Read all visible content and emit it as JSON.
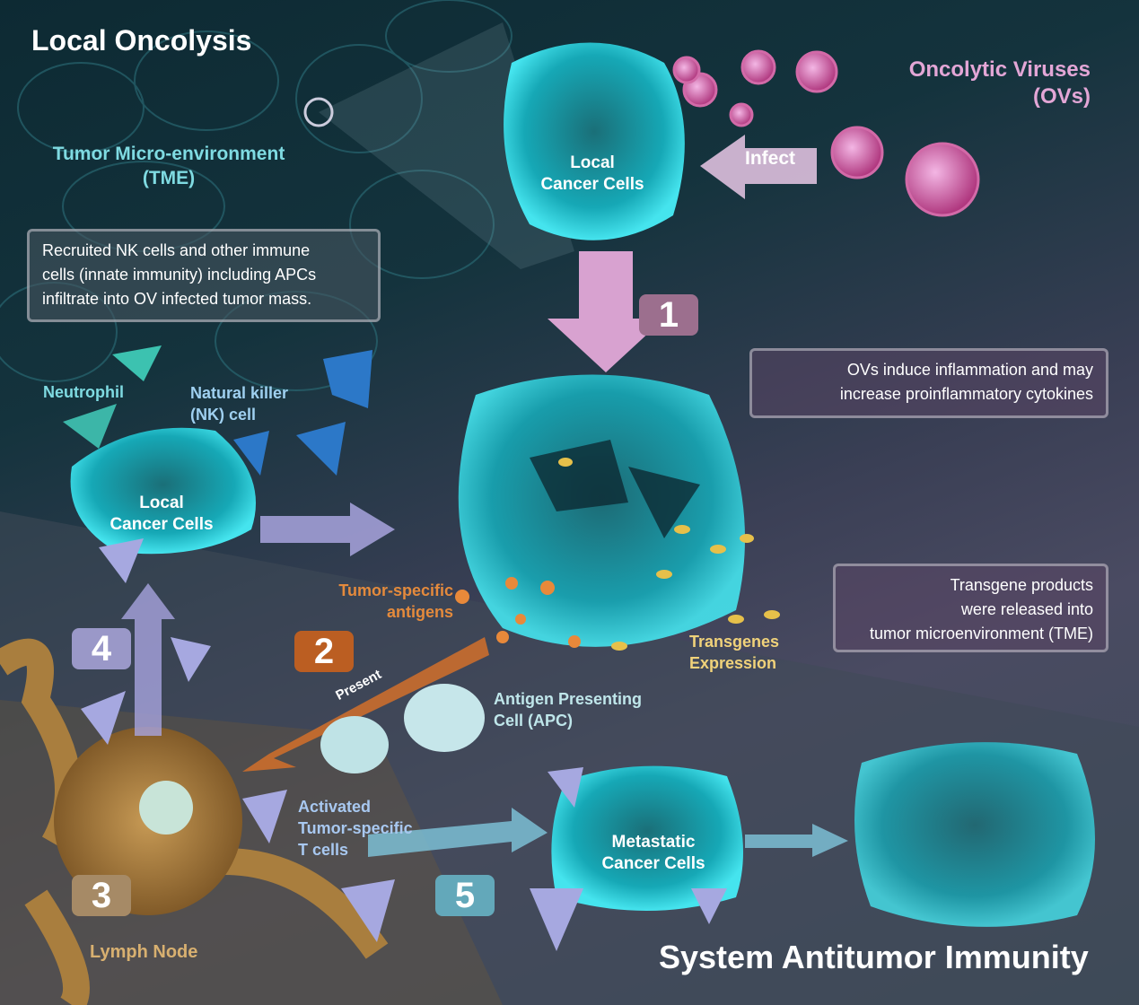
{
  "title_local": "Local Oncolysis",
  "title_system": "System Antitumor Immunity",
  "ov_label": {
    "line1": "Oncolytic Viruses",
    "line2": "(OVs)"
  },
  "tme_label": {
    "line1": "Tumor Micro-environment",
    "line2": "(TME)"
  },
  "infect_label": "Infect",
  "local_cancer_top": {
    "line1": "Local",
    "line2": "Cancer Cells"
  },
  "local_cancer_left": {
    "line1": "Local",
    "line2": "Cancer Cells"
  },
  "nk_box": [
    "Recruited NK cells and other immune",
    "cells (innate immunity) including APCs",
    "infiltrate into OV infected tumor mass."
  ],
  "inflammation_box": [
    "OVs induce inflammation and may",
    "increase proinflammatory cytokines"
  ],
  "transgene_box": [
    "Transgene products",
    "were released into",
    "tumor microenvironment (TME)"
  ],
  "neutrophil": "Neutrophil",
  "nk_cell": {
    "line1": "Natural killer",
    "line2": "(NK) cell"
  },
  "antigens": {
    "line1": "Tumor-specific",
    "line2": "antigens"
  },
  "present": "Present",
  "transgenes": {
    "line1": "Transgenes",
    "line2": "Expression"
  },
  "apc": {
    "line1": "Antigen Presenting",
    "line2": "Cell (APC)"
  },
  "tcells": {
    "line1": "Activated",
    "line2": "Tumor-specific",
    "line3": "T cells"
  },
  "metastatic": {
    "line1": "Metastatic",
    "line2": "Cancer Cells"
  },
  "lymph_node": "Lymph Node",
  "steps": [
    "1",
    "2",
    "3",
    "4",
    "5"
  ],
  "colors": {
    "ov": "#e3a6d6",
    "tme": "#7fdbe2",
    "antigen": "#e48a3c",
    "transgene": "#f0d27a",
    "cancer": "#2fc9d6"
  }
}
